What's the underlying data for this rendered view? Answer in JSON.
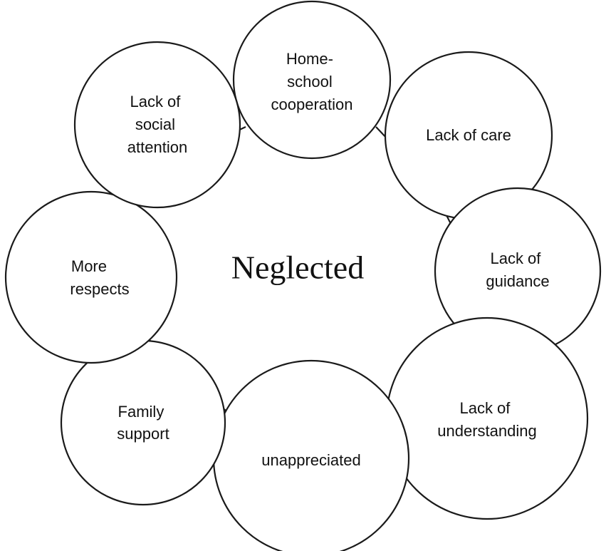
{
  "diagram": {
    "center": {
      "label": "Neglected"
    },
    "nodes": [
      {
        "id": "home-school-cooperation",
        "lines": [
          "Home-",
          "school",
          "cooperation"
        ]
      },
      {
        "id": "lack-of-care",
        "lines": [
          "Lack of care"
        ]
      },
      {
        "id": "lack-of-guidance",
        "lines": [
          "Lack of",
          "guidance"
        ]
      },
      {
        "id": "lack-of-understanding",
        "lines": [
          "Lack of",
          "understanding"
        ]
      },
      {
        "id": "unappreciated",
        "lines": [
          "unappreciated"
        ]
      },
      {
        "id": "family-support",
        "lines": [
          "Family",
          "support"
        ]
      },
      {
        "id": "more-respects",
        "lines": [
          "More",
          "respects"
        ]
      },
      {
        "id": "lack-of-social-attention",
        "lines": [
          "Lack of",
          "social",
          "attention"
        ]
      }
    ]
  }
}
